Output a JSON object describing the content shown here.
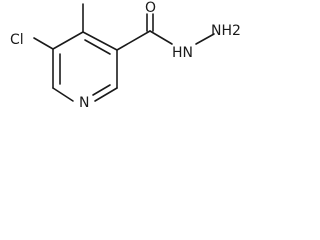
{
  "molecule": {
    "atoms": {
      "chlorine": "Cl",
      "oxygen": "O",
      "amide_nitrogen": "HN",
      "amine_nitrogen": "NH2",
      "ring_nitrogen": "N"
    }
  }
}
